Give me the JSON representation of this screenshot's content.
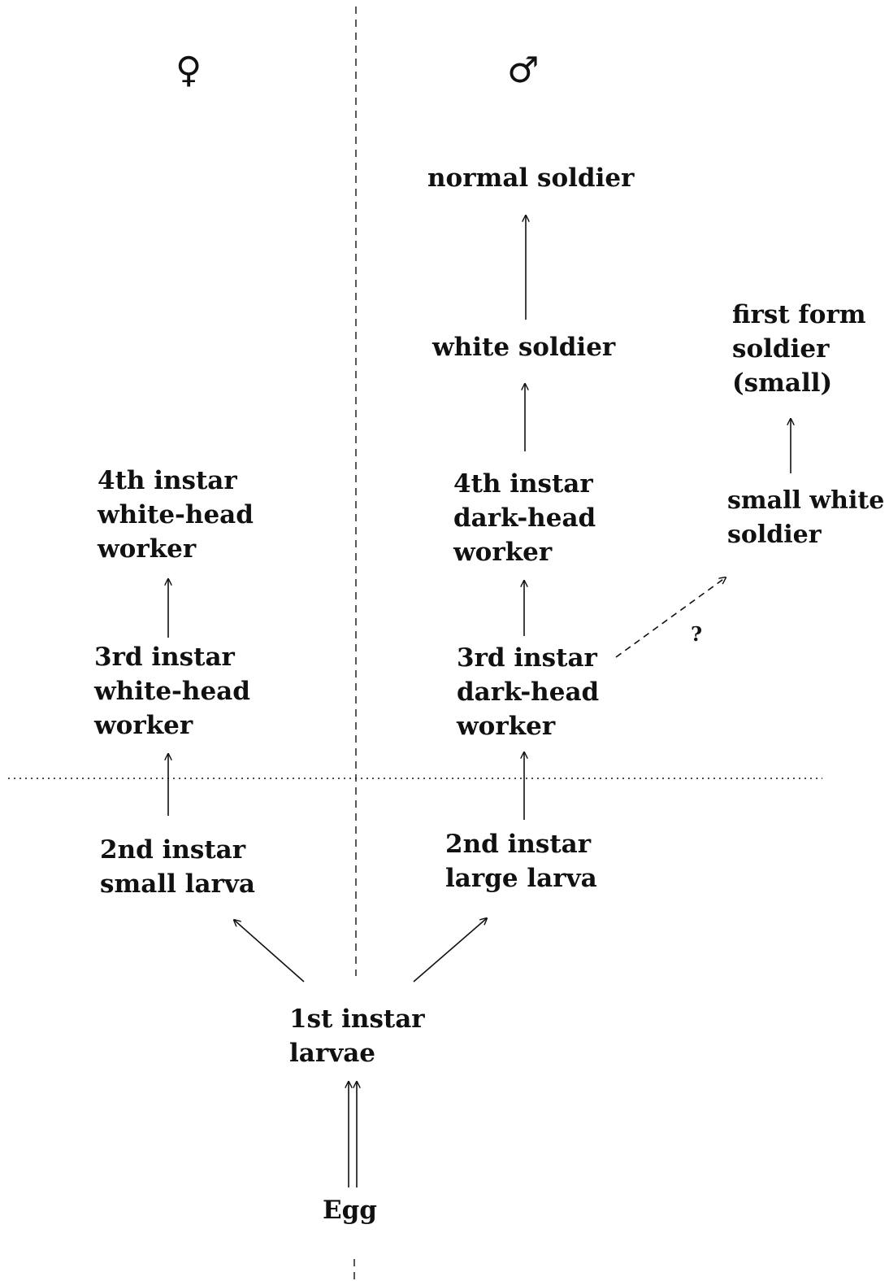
{
  "symbols": {
    "female": "♀",
    "male": "♂"
  },
  "nodes": {
    "normal_soldier": [
      "normal soldier"
    ],
    "white_soldier": [
      "white soldier"
    ],
    "first_form_soldier": [
      "first form",
      "soldier",
      "(small)"
    ],
    "small_white_soldier": [
      "small white",
      "soldier"
    ],
    "fourth_white_head": [
      "4th instar",
      "white-head",
      "worker"
    ],
    "third_white_head": [
      "3rd instar",
      "white-head",
      "worker"
    ],
    "fourth_dark_head": [
      "4th instar",
      "dark-head",
      "worker"
    ],
    "third_dark_head": [
      "3rd instar",
      "dark-head",
      "worker"
    ],
    "second_small_larva": [
      "2nd instar",
      "small larva"
    ],
    "second_large_larva": [
      "2nd instar",
      "large larva"
    ],
    "first_instar": [
      "1st instar",
      "larvae"
    ],
    "egg": [
      "Egg"
    ]
  },
  "uncertain_mark": "?",
  "colors": {
    "ink": "#111111",
    "background": "#ffffff"
  }
}
